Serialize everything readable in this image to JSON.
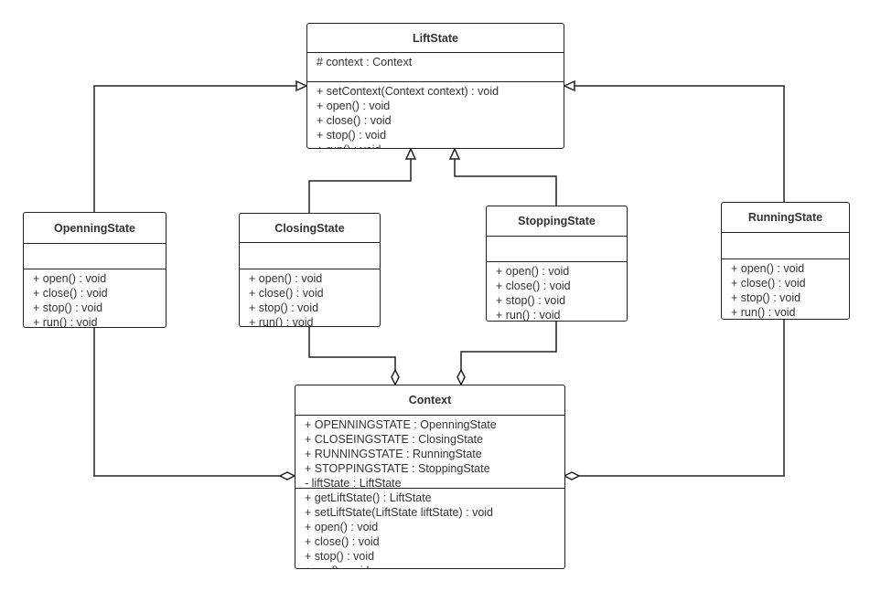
{
  "classes": {
    "liftstate": {
      "name": "LiftState",
      "attributes": [
        "# context : Context"
      ],
      "methods": [
        "+ setContext(Context context) : void",
        "+ open() : void",
        "+ close() : void",
        "+ stop() : void",
        "+ run() : void"
      ]
    },
    "openning": {
      "name": "OpenningState",
      "attributes": [],
      "methods": [
        "+ open() : void",
        "+ close() : void",
        "+ stop() : void",
        "+ run() : void"
      ]
    },
    "closing": {
      "name": "ClosingState",
      "attributes": [],
      "methods": [
        "+ open() : void",
        "+ close() : void",
        "+ stop() : void",
        "+ run() : void"
      ]
    },
    "stopping": {
      "name": "StoppingState",
      "attributes": [],
      "methods": [
        "+ open() : void",
        "+ close() : void",
        "+ stop() : void",
        "+ run() : void"
      ]
    },
    "running": {
      "name": "RunningState",
      "attributes": [],
      "methods": [
        "+ open() : void",
        "+ close() : void",
        "+ stop() : void",
        "+ run() : void"
      ]
    },
    "context": {
      "name": "Context",
      "attributes": [
        "+ OPENNINGSTATE : OpenningState",
        "+ CLOSEINGSTATE : ClosingState",
        "+ RUNNINGSTATE : RunningState",
        "+ STOPPINGSTATE : StoppingState",
        "- liftState : LiftState"
      ],
      "methods": [
        "+ getLiftState() : LiftState",
        "+ setLiftState(LiftState liftState) : void",
        "+ open() : void",
        "+ close() : void",
        "+ stop() : void",
        "+ run() : void"
      ]
    }
  },
  "relations": [
    {
      "type": "generalization",
      "from": "OpenningState",
      "to": "LiftState"
    },
    {
      "type": "generalization",
      "from": "ClosingState",
      "to": "LiftState"
    },
    {
      "type": "generalization",
      "from": "StoppingState",
      "to": "LiftState"
    },
    {
      "type": "generalization",
      "from": "RunningState",
      "to": "LiftState"
    },
    {
      "type": "aggregation",
      "from": "OpenningState",
      "to": "Context"
    },
    {
      "type": "aggregation",
      "from": "ClosingState",
      "to": "Context"
    },
    {
      "type": "aggregation",
      "from": "StoppingState",
      "to": "Context"
    },
    {
      "type": "aggregation",
      "from": "RunningState",
      "to": "Context"
    }
  ],
  "colors": {
    "line": "#222222",
    "text": "#333333",
    "background": "#ffffff"
  }
}
